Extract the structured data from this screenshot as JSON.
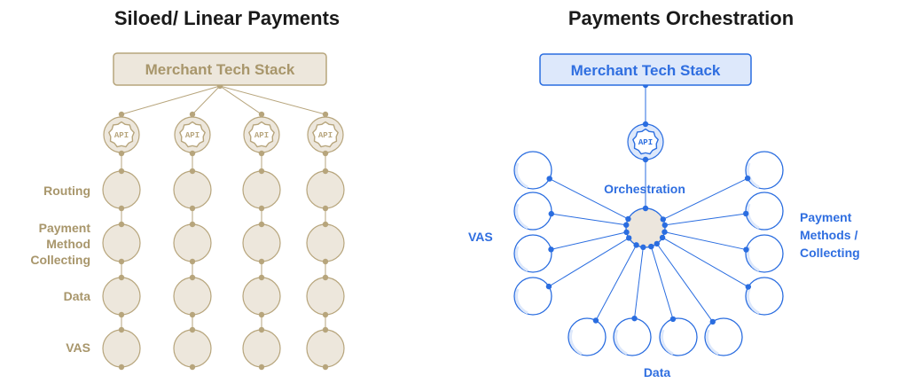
{
  "colors": {
    "tan": "#b7a57c",
    "tan_fill": "#ede7dc",
    "tan_text": "#a8966b",
    "blue": "#2a6de0",
    "blue_fill": "#dde8fb",
    "blue_text": "#2f6ee0",
    "hub_fill": "#ece6dd"
  },
  "left": {
    "title": "Siloed/ Linear Payments",
    "stack_label": "Merchant Tech Stack",
    "api_label": "API",
    "row_labels": {
      "routing": "Routing",
      "payment_method_1": "Payment",
      "payment_method_2": "Method",
      "payment_method_3": "Collecting",
      "data": "Data",
      "vas": "VAS"
    }
  },
  "right": {
    "title": "Payments Orchestration",
    "stack_label": "Merchant Tech Stack",
    "api_label": "API",
    "hub_label": "Orchestration",
    "vas_label": "VAS",
    "payment_methods_1": "Payment",
    "payment_methods_2": "Methods /",
    "payment_methods_3": "Collecting",
    "data_label": "Data"
  }
}
